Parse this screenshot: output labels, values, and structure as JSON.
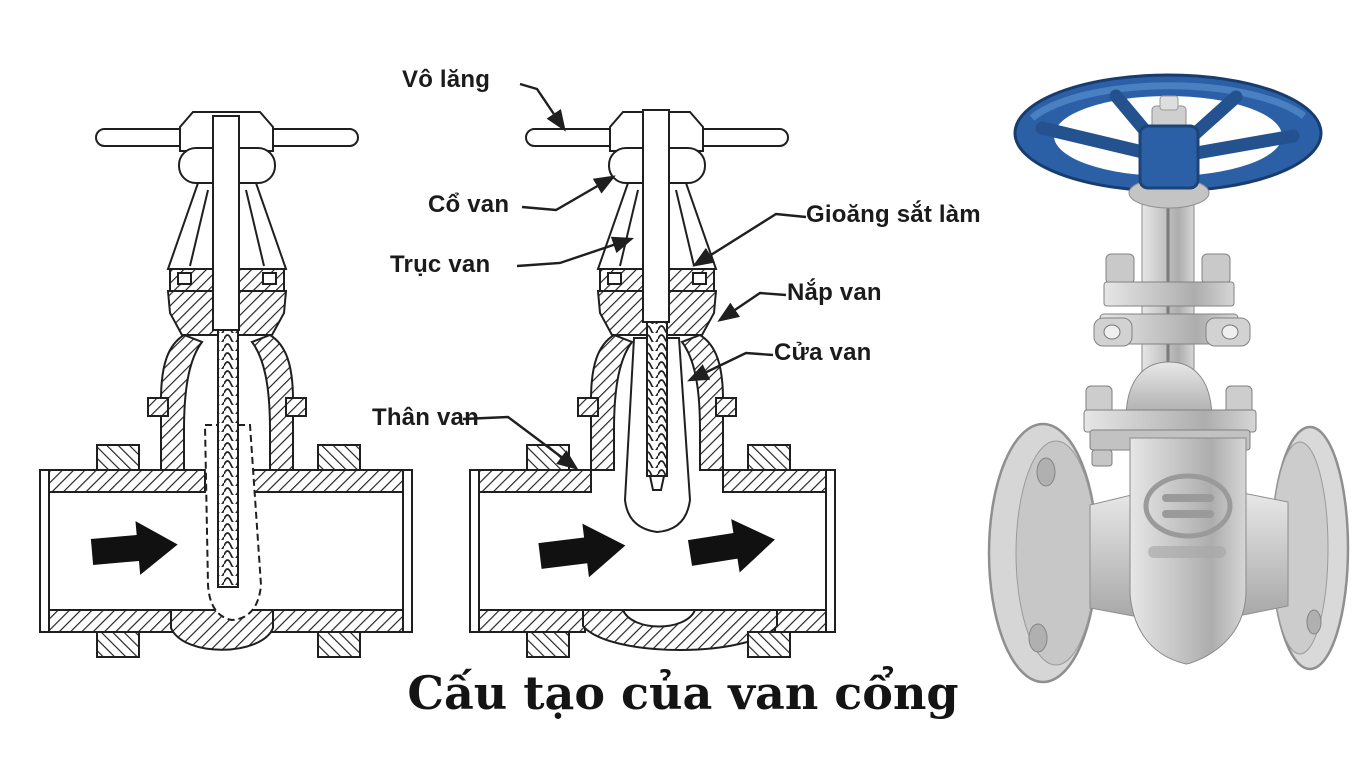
{
  "diagram": {
    "title": "Cấu tạo của van cổng",
    "labels": {
      "vo_lang": "Vô lăng",
      "co_van": "Cổ van",
      "truc_van": "Trục van",
      "gioang_sat_lam": "Gioăng sắt làm",
      "nap_van": "Nắp van",
      "cua_van": "Cửa van",
      "than_van": "Thân van"
    },
    "colors": {
      "ink": "#1f1f1f",
      "background": "#ffffff",
      "handwheel_blue": "#2b5fa6",
      "steel_light": "#d9d9d9",
      "steel_dark": "#9a9a9a"
    }
  }
}
